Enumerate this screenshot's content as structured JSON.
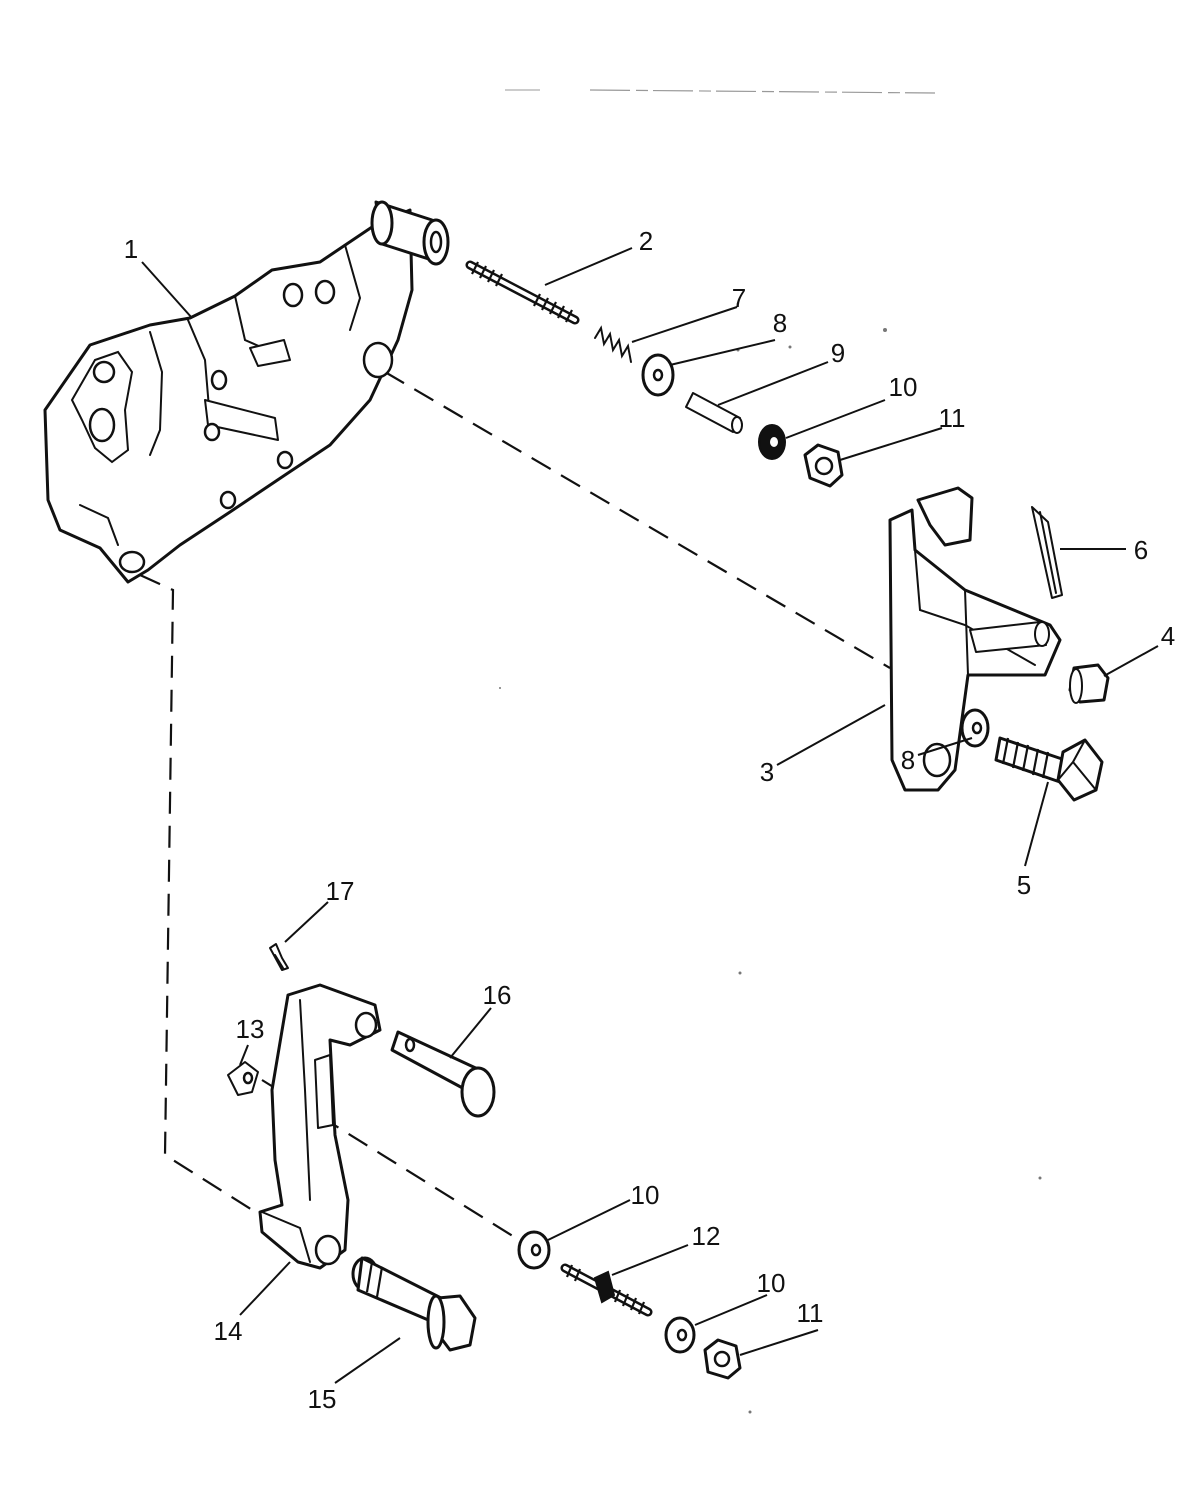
{
  "diagram": {
    "colors": {
      "ink": "#111111",
      "paper": "#ffffff"
    },
    "callouts": [
      {
        "id": "c1",
        "label": "1"
      },
      {
        "id": "c2",
        "label": "2"
      },
      {
        "id": "c7",
        "label": "7"
      },
      {
        "id": "c8a",
        "label": "8"
      },
      {
        "id": "c9",
        "label": "9"
      },
      {
        "id": "c10a",
        "label": "10"
      },
      {
        "id": "c11a",
        "label": "11"
      },
      {
        "id": "c6",
        "label": "6"
      },
      {
        "id": "c4",
        "label": "4"
      },
      {
        "id": "c3",
        "label": "3"
      },
      {
        "id": "c8b",
        "label": "8"
      },
      {
        "id": "c5",
        "label": "5"
      },
      {
        "id": "c17",
        "label": "17"
      },
      {
        "id": "c16",
        "label": "16"
      },
      {
        "id": "c13",
        "label": "13"
      },
      {
        "id": "c10b",
        "label": "10"
      },
      {
        "id": "c12",
        "label": "12"
      },
      {
        "id": "c10c",
        "label": "10"
      },
      {
        "id": "c11b",
        "label": "11"
      },
      {
        "id": "c14",
        "label": "14"
      },
      {
        "id": "c15",
        "label": "15"
      }
    ]
  }
}
